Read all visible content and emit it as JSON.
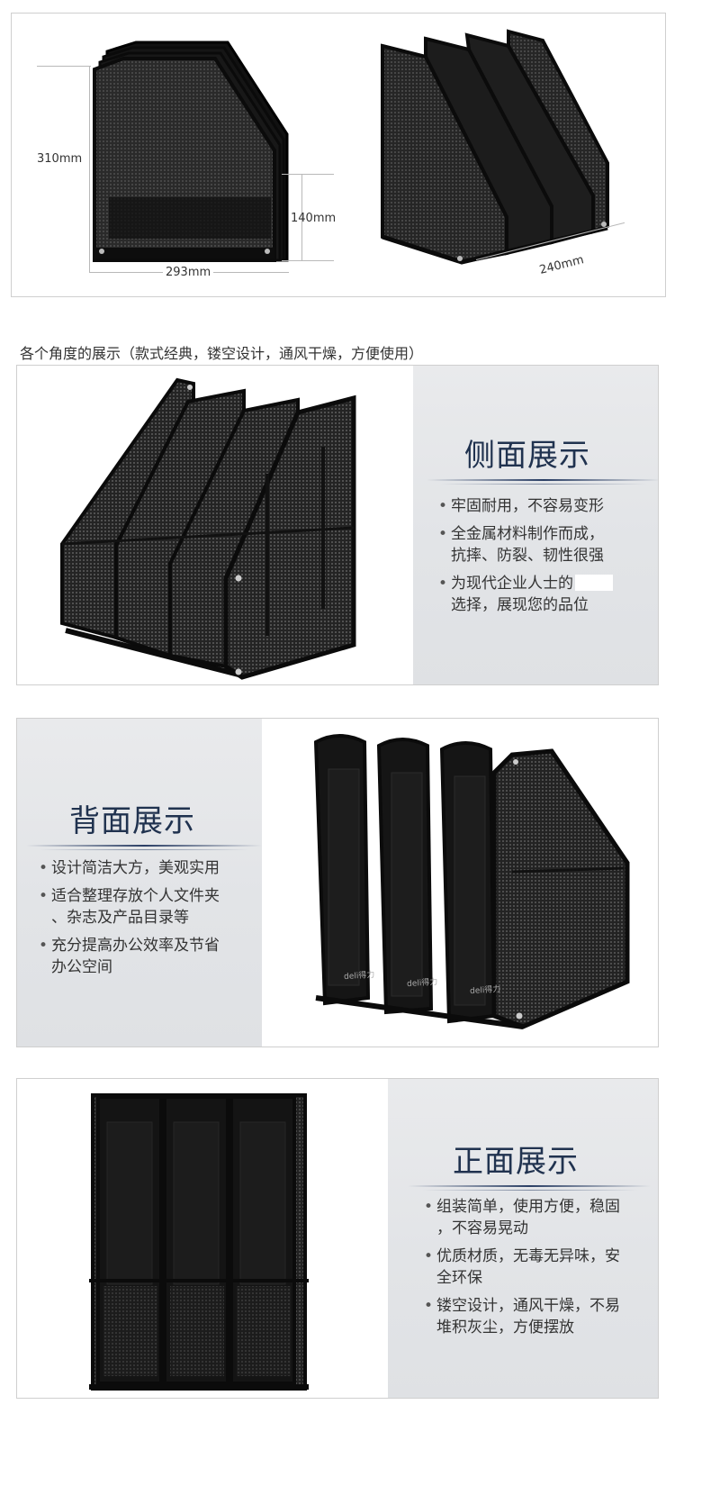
{
  "dimensions": {
    "height_label": "310mm",
    "side_height_label": "140mm",
    "width_label": "293mm",
    "depth_label": "240mm"
  },
  "caption": "各个角度的展示（款式经典，镂空设计，通风干燥，方便使用）",
  "sections": [
    {
      "title": "侧面展示",
      "bullets": [
        {
          "line1": "牢固耐用，不容易变形",
          "line2": ""
        },
        {
          "line1": "全金属材料制作而成，",
          "line2": "抗摔、防裂、韧性很强"
        },
        {
          "line1": "为现代企业人士的",
          "line2": "选择，展现您的品位"
        }
      ]
    },
    {
      "title": "背面展示",
      "bullets": [
        {
          "line1": "设计简洁大方，美观实用",
          "line2": ""
        },
        {
          "line1": "适合整理存放个人文件夹",
          "line2": "、杂志及产品目录等"
        },
        {
          "line1": "充分提高办公效率及节省",
          "line2": "办公空间"
        }
      ]
    },
    {
      "title": "正面展示",
      "bullets": [
        {
          "line1": "组装简单，使用方便，稳固",
          "line2": "，不容易晃动"
        },
        {
          "line1": "优质材质，无毒无异味，安",
          "line2": "全环保"
        },
        {
          "line1": "镂空设计，通风干燥，不易",
          "line2": "堆积灰尘，方便摆放"
        }
      ]
    }
  ],
  "brand_marks": [
    "deli得力",
    "deli得力",
    "deli得力"
  ],
  "colors": {
    "heading": "#20324f",
    "panel_bg": "#e4e6e9",
    "product": "#1a1a1a"
  }
}
